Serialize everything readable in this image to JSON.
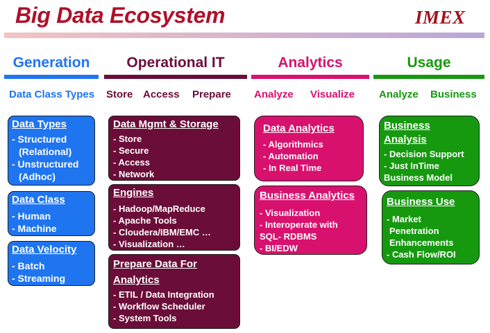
{
  "title": "Big Data Ecosystem",
  "logo": "IMEX",
  "colors": {
    "title": "#b0102a",
    "generation": "#1f75f0",
    "operational": "#6b0d39",
    "analytics": "#d8116f",
    "usage": "#16990f"
  },
  "columns": {
    "generation": {
      "header": "Generation",
      "subs": [
        "Data Class Types"
      ],
      "boxes": [
        {
          "title": "Data Types",
          "items": [
            "- Structured",
            "(Relational)",
            "- Unstructured",
            "(Adhoc)"
          ]
        },
        {
          "title": "Data Class",
          "items": [
            "- Human",
            "- Machine"
          ]
        },
        {
          "title": "Data Velocity",
          "items": [
            "-  Batch",
            "- Streaming"
          ]
        }
      ]
    },
    "operational": {
      "header": "Operational IT",
      "subs": [
        "Store",
        "Access",
        "Prepare"
      ],
      "boxes": [
        {
          "title": "Data Mgmt & Storage",
          "items": [
            "- Store",
            "- Secure",
            "- Access",
            "- Network"
          ]
        },
        {
          "title": "Engines",
          "items": [
            "- Hadoop/MapReduce",
            "- Apache Tools",
            "- Cloudera/IBM/EMC …",
            "- Visualization …"
          ]
        },
        {
          "title": "Prepare Data For Analytics",
          "items": [
            "- ETIL / Data Integration",
            "- Workflow Scheduler",
            "- System Tools"
          ]
        }
      ]
    },
    "analytics": {
      "header": "Analytics",
      "subs": [
        "Analyze",
        "Visualize"
      ],
      "boxes": [
        {
          "title": "Data Analytics",
          "items": [
            "- Algorithmics",
            "- Automation",
            "- In Real Time"
          ]
        },
        {
          "title": "Business Analytics",
          "items": [
            "- Visualization",
            "- Interoperate with",
            "SQL- RDBMS",
            "- BI/EDW"
          ]
        }
      ]
    },
    "usage": {
      "header": "Usage",
      "subs": [
        "Analyze",
        "Business"
      ],
      "boxes": [
        {
          "title": "Business Analysis",
          "items": [
            "- Decision Support",
            "- Just InTime",
            "Business Model"
          ]
        },
        {
          "title": "Business Use",
          "items": [
            "- Market",
            "Penetration",
            "Enhancements",
            "- Cash Flow/ROI"
          ]
        }
      ]
    }
  }
}
